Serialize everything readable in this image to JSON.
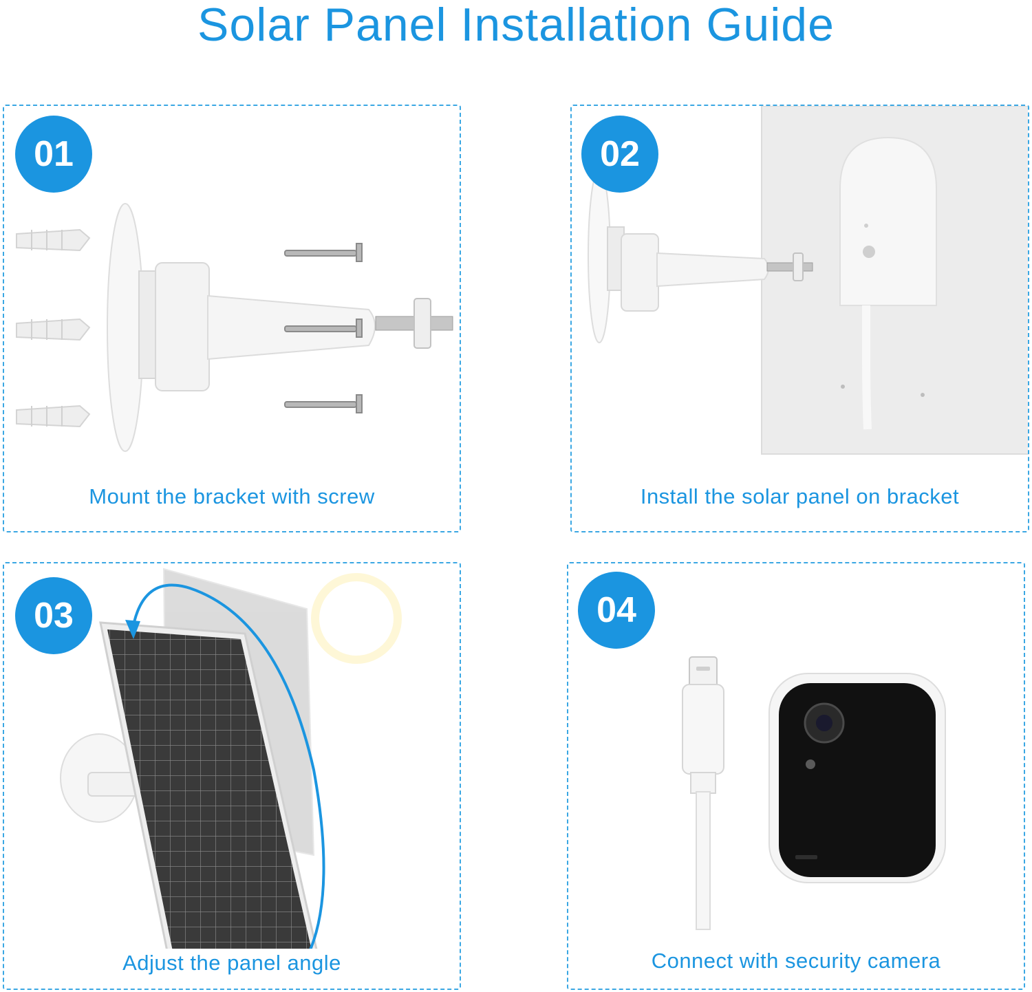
{
  "title": "Solar Panel Installation Guide",
  "colors": {
    "accent": "#1b95e0",
    "dash": "#3aa7e3",
    "bg": "#ffffff"
  },
  "steps": [
    {
      "number": "01",
      "caption": "Mount the bracket with screw"
    },
    {
      "number": "02",
      "caption": "Install the solar panel on bracket"
    },
    {
      "number": "03",
      "caption": "Adjust the panel angle"
    },
    {
      "number": "04",
      "caption": "Connect with security camera"
    }
  ]
}
